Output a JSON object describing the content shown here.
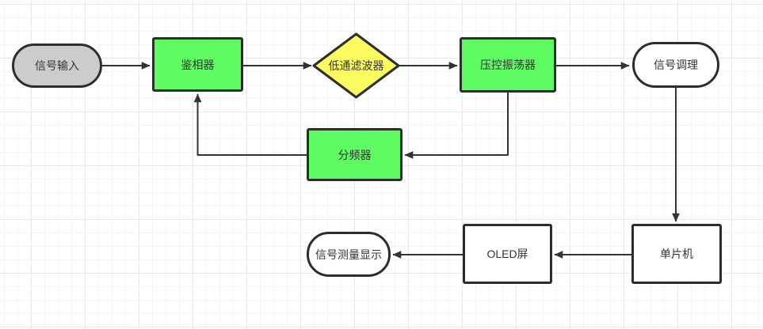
{
  "canvas": {
    "background_color": "#ffffff",
    "grid_minor_color": "#f5f5f5",
    "grid_major_color": "#e8e8e8"
  },
  "diagram": {
    "type": "flowchart",
    "stroke_color": "#2d2d2d",
    "edge_color": "#333333",
    "text_color": "#333333",
    "nodes": [
      {
        "id": "signal-input",
        "label": "信号输入",
        "shape": "stadium",
        "fill": "#cccccc"
      },
      {
        "id": "phase-detector",
        "label": "鉴相器",
        "shape": "rectangle",
        "fill": "#5ffb63"
      },
      {
        "id": "low-pass-filter",
        "label": "低通滤波器",
        "shape": "diamond",
        "fill": "#fcfc61"
      },
      {
        "id": "vco",
        "label": "压控振荡器",
        "shape": "rectangle",
        "fill": "#5ffb63"
      },
      {
        "id": "signal-conditioning",
        "label": "信号调理",
        "shape": "stadium",
        "fill": "#ffffff"
      },
      {
        "id": "frequency-divider",
        "label": "分频器",
        "shape": "rectangle",
        "fill": "#5ffb63"
      },
      {
        "id": "mcu",
        "label": "单片机",
        "shape": "rectangle",
        "fill": "#ffffff"
      },
      {
        "id": "oled-screen",
        "label": "OLED屏",
        "shape": "rectangle",
        "fill": "#ffffff"
      },
      {
        "id": "measurement-display",
        "label": "信号测量显示",
        "shape": "stadium",
        "fill": "#ffffff"
      }
    ],
    "edges": [
      {
        "from": "signal-input",
        "to": "phase-detector"
      },
      {
        "from": "phase-detector",
        "to": "low-pass-filter"
      },
      {
        "from": "low-pass-filter",
        "to": "vco"
      },
      {
        "from": "vco",
        "to": "signal-conditioning"
      },
      {
        "from": "vco",
        "to": "frequency-divider"
      },
      {
        "from": "frequency-divider",
        "to": "phase-detector"
      },
      {
        "from": "signal-conditioning",
        "to": "mcu"
      },
      {
        "from": "mcu",
        "to": "oled-screen"
      },
      {
        "from": "oled-screen",
        "to": "measurement-display"
      }
    ]
  }
}
